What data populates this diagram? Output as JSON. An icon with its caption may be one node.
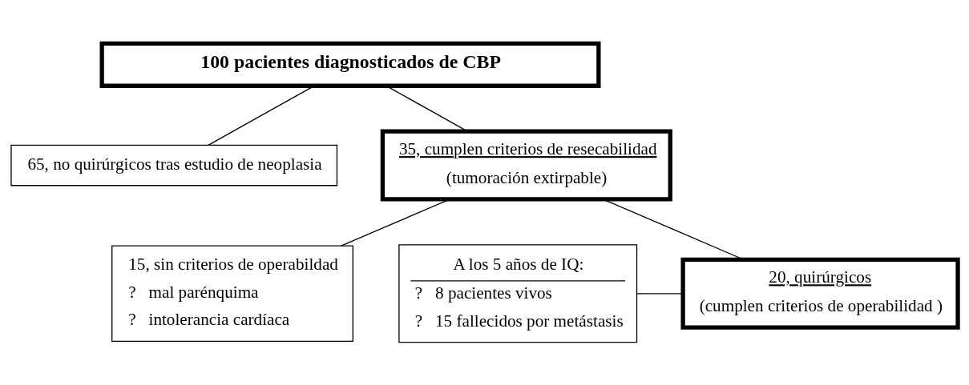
{
  "diagram": {
    "nodes": [
      {
        "text": [
          "100 pacientes diagnosticados de CBP"
        ]
      },
      {
        "text": [
          "65, no quirúrgicos tras estudio de neoplasia"
        ]
      },
      {
        "text": [
          "35, cumplen criterios de resecabilidad",
          "(tumoración extirpable)"
        ]
      },
      {
        "text": [
          "A los 5 años de IQ:",
          "?   8 pacientes vivos",
          "?   15 fallecidos por metástasis"
        ]
      },
      {
        "text": [
          "20, quirúrgicos",
          "(cumplen criterios de operabilidad )"
        ]
      },
      {
        "text": [
          "15, sin criterios de operabildad",
          "?   mal parénquima",
          "?   intolerancia cardíaca"
        ]
      }
    ],
    "edges": [
      {
        "from": 0,
        "to": 1,
        "arrow": "none"
      },
      {
        "from": 0,
        "to": 2,
        "arrow": "none"
      },
      {
        "from": 2,
        "to": 4,
        "arrow": "none"
      },
      {
        "from": 2,
        "to": 5,
        "arrow": "none"
      },
      {
        "from": 3,
        "to": 4,
        "arrow": "none"
      }
    ]
  }
}
